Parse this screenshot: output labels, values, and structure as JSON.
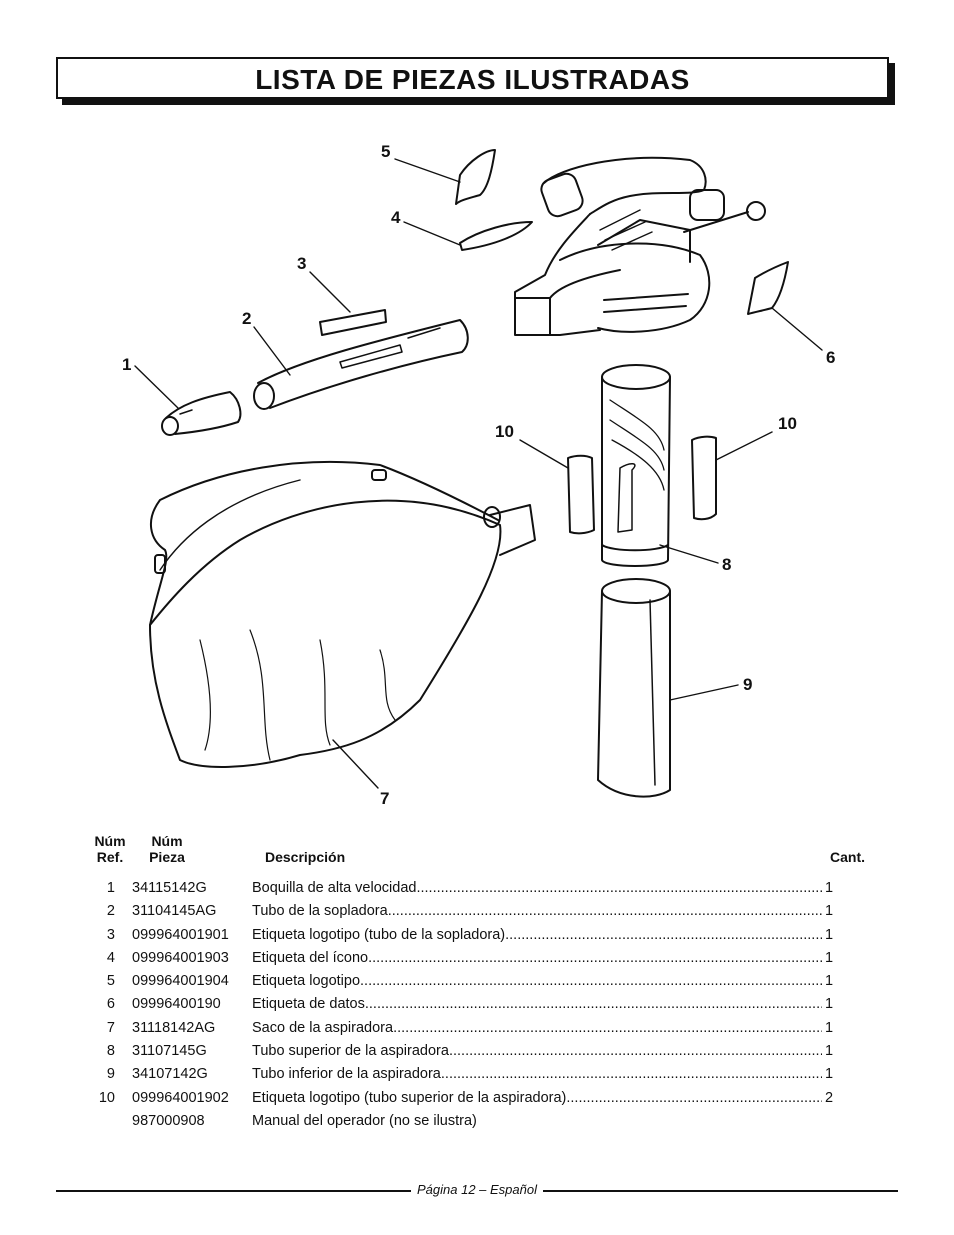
{
  "title": "LISTA DE PIEZAS ILUSTRADAS",
  "callouts": [
    "1",
    "2",
    "3",
    "4",
    "5",
    "6",
    "7",
    "8",
    "9",
    "10",
    "10"
  ],
  "header": {
    "ref_line1": "Núm",
    "ref_line2": "Ref.",
    "pieza_line1": "Núm",
    "pieza_line2": "Pieza",
    "descripcion": "Descripción",
    "cant": "Cant."
  },
  "parts": [
    {
      "ref": "1",
      "num": "34115142G",
      "desc": "Boquilla de alta velocidad",
      "qty": "1"
    },
    {
      "ref": "2",
      "num": "31104145AG",
      "desc": "Tubo de la sopladora",
      "qty": "1"
    },
    {
      "ref": "3",
      "num": "099964001901",
      "desc": "Etiqueta logotipo (tubo de la sopladora)",
      "qty": "1"
    },
    {
      "ref": "4",
      "num": "099964001903",
      "desc": "Etiqueta del ícono",
      "qty": "1"
    },
    {
      "ref": "5",
      "num": "099964001904",
      "desc": "Etiqueta logotipo",
      "qty": "1"
    },
    {
      "ref": "6",
      "num": "09996400190",
      "desc": "Etiqueta de datos",
      "qty": "1"
    },
    {
      "ref": "7",
      "num": "31118142AG",
      "desc": "Saco de la aspiradora",
      "qty": "1"
    },
    {
      "ref": "8",
      "num": "31107145G",
      "desc": "Tubo superior de la aspiradora",
      "qty": "1"
    },
    {
      "ref": "9",
      "num": "34107142G",
      "desc": "Tubo inferior de la aspiradora",
      "qty": "1"
    },
    {
      "ref": "10",
      "num": "099964001902",
      "desc": "Etiqueta logotipo (tubo superior de la aspiradora)",
      "qty": "2"
    },
    {
      "ref": "",
      "num": "987000908",
      "desc": "Manual del operador (no se ilustra)",
      "qty": ""
    }
  ],
  "footer": "Página 12 – Español"
}
